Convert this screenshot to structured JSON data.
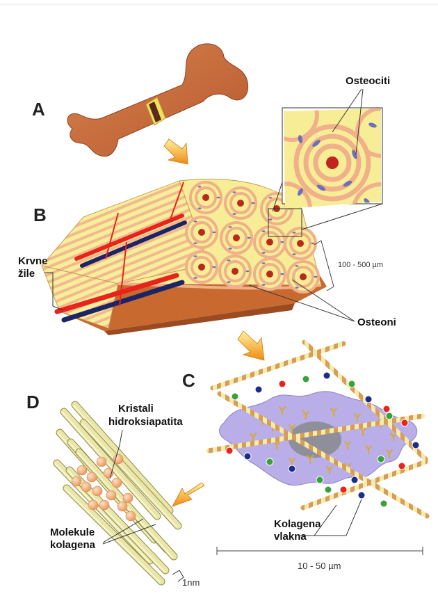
{
  "panels": {
    "a": "A",
    "b": "B",
    "c": "C",
    "d": "D"
  },
  "labels": {
    "osteocytes": "Osteociti",
    "vessels_line1": "Krvne",
    "vessels_line2": "žile",
    "osteons": "Osteoni",
    "crystals_line1": "Kristali",
    "crystals_line2": "hidroksiapatita",
    "collagen_fibers_line1": "Kolagena",
    "collagen_fibers_line2": "vlakna",
    "collagen_molecules_line1": "Molekule",
    "collagen_molecules_line2": "kolagena"
  },
  "scales": {
    "osteon_size": "100 - 500 µm",
    "cell_size": "10 - 50 µm",
    "molecule_size": "1nm"
  },
  "colors": {
    "bone": "#c86a3c",
    "bone_light": "#f4ec9c",
    "ring": "#f0b08a",
    "artery": "#e8231c",
    "vein": "#1c2466",
    "cell": "#b9aee8",
    "nucleus": "#8f8f9c",
    "collagen": "#e7e4a6",
    "crystal": "#f2a870",
    "arrow": "#f39a1c"
  }
}
